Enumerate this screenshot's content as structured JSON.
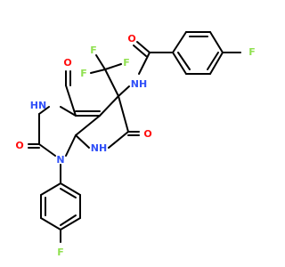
{
  "colors": {
    "bond": "#000000",
    "oxygen": "#ff0d0d",
    "nitrogen": "#3050f8",
    "fluorine": "#90e050",
    "background": "#ffffff"
  },
  "atoms": {
    "o_amide": {
      "text": "O",
      "element": "oxygen"
    },
    "f_top_right": {
      "text": "F",
      "element": "fluorine"
    },
    "cf3_f1": {
      "text": "F",
      "element": "fluorine"
    },
    "cf3_f2": {
      "text": "F",
      "element": "fluorine"
    },
    "cf3_f3": {
      "text": "F",
      "element": "fluorine"
    },
    "nh_amide": {
      "text": "NH",
      "element": "nitrogen"
    },
    "o_c4": {
      "text": "O",
      "element": "oxygen"
    },
    "hn_n3": {
      "text": "HN",
      "element": "nitrogen"
    },
    "o_c6": {
      "text": "O",
      "element": "oxygen"
    },
    "o_c2": {
      "text": "O",
      "element": "oxygen"
    },
    "nh_n7": {
      "text": "NH",
      "element": "nitrogen"
    },
    "n1": {
      "text": "N",
      "element": "nitrogen"
    },
    "f_bottom": {
      "text": "F",
      "element": "fluorine"
    }
  }
}
